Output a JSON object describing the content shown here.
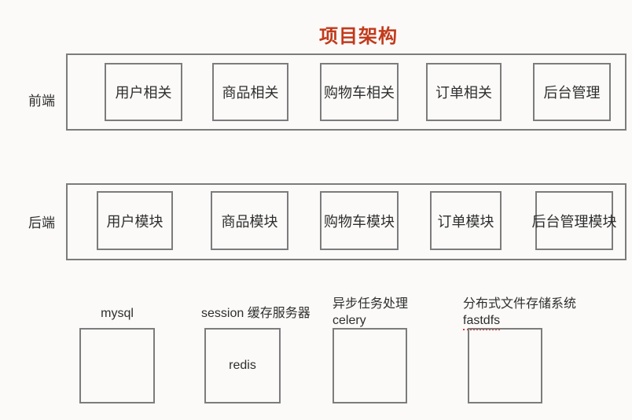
{
  "title": "项目架构",
  "colors": {
    "title": "#c23a1c",
    "border": "#7c7c7c",
    "text": "#2e2e2e",
    "background": "#fbfaf8",
    "spellcheck": "#e03a2c"
  },
  "frontend": {
    "label": "前端",
    "modules": [
      "用户相关",
      "商品相关",
      "购物车相关",
      "订单相关",
      "后台管理"
    ]
  },
  "backend": {
    "label": "后端",
    "modules": [
      "用户模块",
      "商品模块",
      "购物车模块",
      "订单模块",
      "后台管理模块"
    ]
  },
  "services": {
    "mysql": {
      "label": "mysql"
    },
    "redis": {
      "label": "session 缓存服务器",
      "box_text": "redis"
    },
    "celery": {
      "label_line1": "异步任务处理",
      "label_line2": "celery"
    },
    "fastdfs": {
      "label_line1": "分布式文件存储系统",
      "label_line2": "fastdfs"
    }
  }
}
